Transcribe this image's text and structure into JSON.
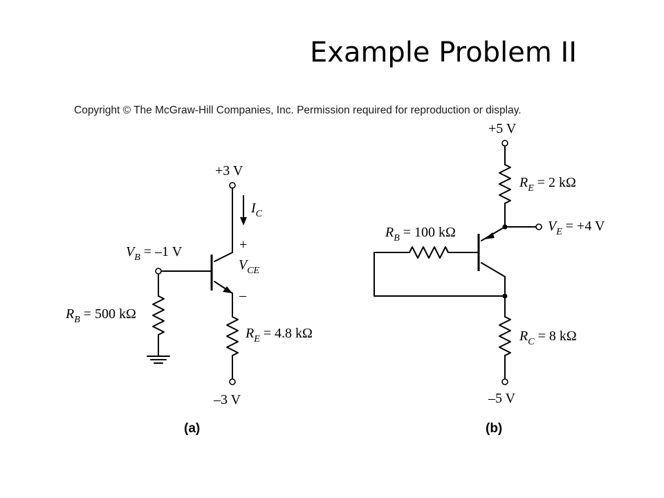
{
  "slide": {
    "title": "Example Problem II",
    "copyright": "Copyright © The McGraw-Hill Companies, Inc. Permission required for reproduction or display."
  },
  "circuit_a": {
    "caption": "(a)",
    "supply_top": "+3 V",
    "supply_bottom": "–3 V",
    "base_voltage": {
      "sym": "V",
      "sub": "B",
      "val": " = –1 V"
    },
    "base_resistor": {
      "sym": "R",
      "sub": "B",
      "val": " = 500 kΩ"
    },
    "emitter_resistor": {
      "sym": "R",
      "sub": "E",
      "val": " = 4.8 kΩ"
    },
    "collector_current": {
      "sym": "I",
      "sub": "C"
    },
    "vce": {
      "sym": "V",
      "sub": "CE",
      "plus": "+",
      "minus": "–"
    }
  },
  "circuit_b": {
    "caption": "(b)",
    "supply_top": "+5 V",
    "supply_bottom": "–5 V",
    "emitter_resistor": {
      "sym": "R",
      "sub": "E",
      "val": " = 2 kΩ"
    },
    "emitter_voltage": {
      "sym": "V",
      "sub": "E",
      "val": " = +4 V"
    },
    "base_resistor": {
      "sym": "R",
      "sub": "B",
      "val": " = 100 kΩ"
    },
    "collector_resistor": {
      "sym": "R",
      "sub": "C",
      "val": " = 8 kΩ"
    }
  }
}
